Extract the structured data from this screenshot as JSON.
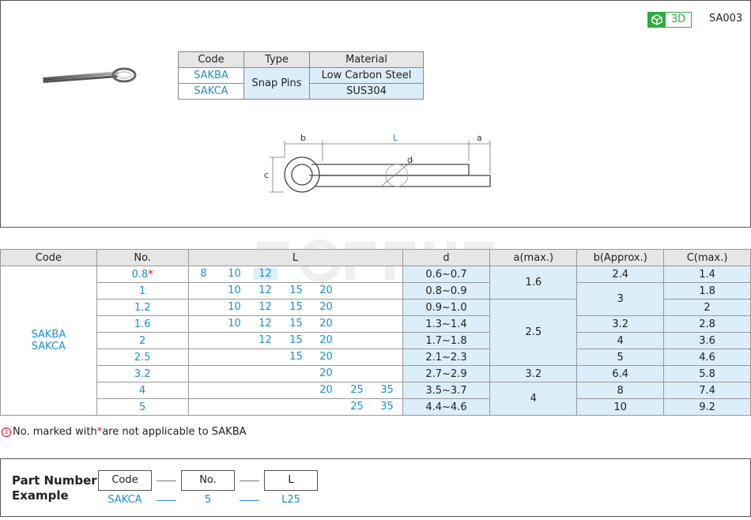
{
  "badge": {
    "label": "3D",
    "color": "#2eaa3f"
  },
  "series_code": "SA003",
  "spec_table": {
    "headers": [
      "Code",
      "Type",
      "Material"
    ],
    "rows": [
      {
        "code": "SAKBA",
        "material": "Low Carbon Steel"
      },
      {
        "code": "SAKCA",
        "material": "SUS304"
      }
    ],
    "type": "Snap Pins"
  },
  "drawing": {
    "labels": {
      "b": "b",
      "L": "L",
      "a": "a",
      "c": "c",
      "d": "d"
    }
  },
  "main_table": {
    "headers": [
      "Code",
      "No.",
      "L",
      "d",
      "a(max.)",
      "b(Approx.)",
      "C(max.)"
    ],
    "code_lines": [
      "SAKBA",
      "SAKCA"
    ],
    "rows": [
      {
        "no": "0.8",
        "mark": "*",
        "L": [
          "8",
          "10",
          "12"
        ],
        "d": "0.6~0.7",
        "b": "2.4",
        "c": "1.4"
      },
      {
        "no": "1",
        "L": [
          "10",
          "12",
          "15",
          "20"
        ],
        "d": "0.8~0.9",
        "c": "1.8"
      },
      {
        "no": "1.2",
        "L": [
          "10",
          "12",
          "15",
          "20"
        ],
        "d": "0.9~1.0",
        "c": "2"
      },
      {
        "no": "1.6",
        "L": [
          "10",
          "12",
          "15",
          "20"
        ],
        "d": "1.3~1.4",
        "b": "3.2",
        "c": "2.8"
      },
      {
        "no": "2",
        "L": [
          "12",
          "15",
          "20"
        ],
        "d": "1.7~1.8",
        "b": "4",
        "c": "3.6"
      },
      {
        "no": "2.5",
        "L": [
          "15",
          "20"
        ],
        "d": "2.1~2.3",
        "b": "5",
        "c": "4.6"
      },
      {
        "no": "3.2",
        "L": [
          "20"
        ],
        "d": "2.7~2.9",
        "a": "3.2",
        "b": "6.4",
        "c": "5.8"
      },
      {
        "no": "4",
        "L": [
          "20",
          "25",
          "35"
        ],
        "d": "3.5~3.7",
        "b": "8",
        "c": "7.4"
      },
      {
        "no": "5",
        "L": [
          "25",
          "35"
        ],
        "d": "4.4~4.6",
        "b": "10",
        "c": "9.2"
      }
    ],
    "a_merged": [
      "1.6",
      "2.5",
      "4"
    ],
    "b_merged": "3",
    "L_columns": [
      "8",
      "10",
      "12",
      "15",
      "20",
      "25",
      "35"
    ]
  },
  "note": {
    "icon": "info-icon",
    "prefix": "No. marked with ",
    "mark": "*",
    "suffix": " are not applicable to SAKBA"
  },
  "example": {
    "title_line1": "Part Number",
    "title_line2": "Example",
    "fields": [
      {
        "label": "Code",
        "value": "SAKCA"
      },
      {
        "label": "No.",
        "value": "5"
      },
      {
        "label": "L",
        "value": "L25"
      }
    ]
  },
  "colors": {
    "accent_blue": "#1a8fd0",
    "light_blue": "#dbeef9",
    "header_gray": "#e6e6e6",
    "mark_red": "#e60012"
  }
}
